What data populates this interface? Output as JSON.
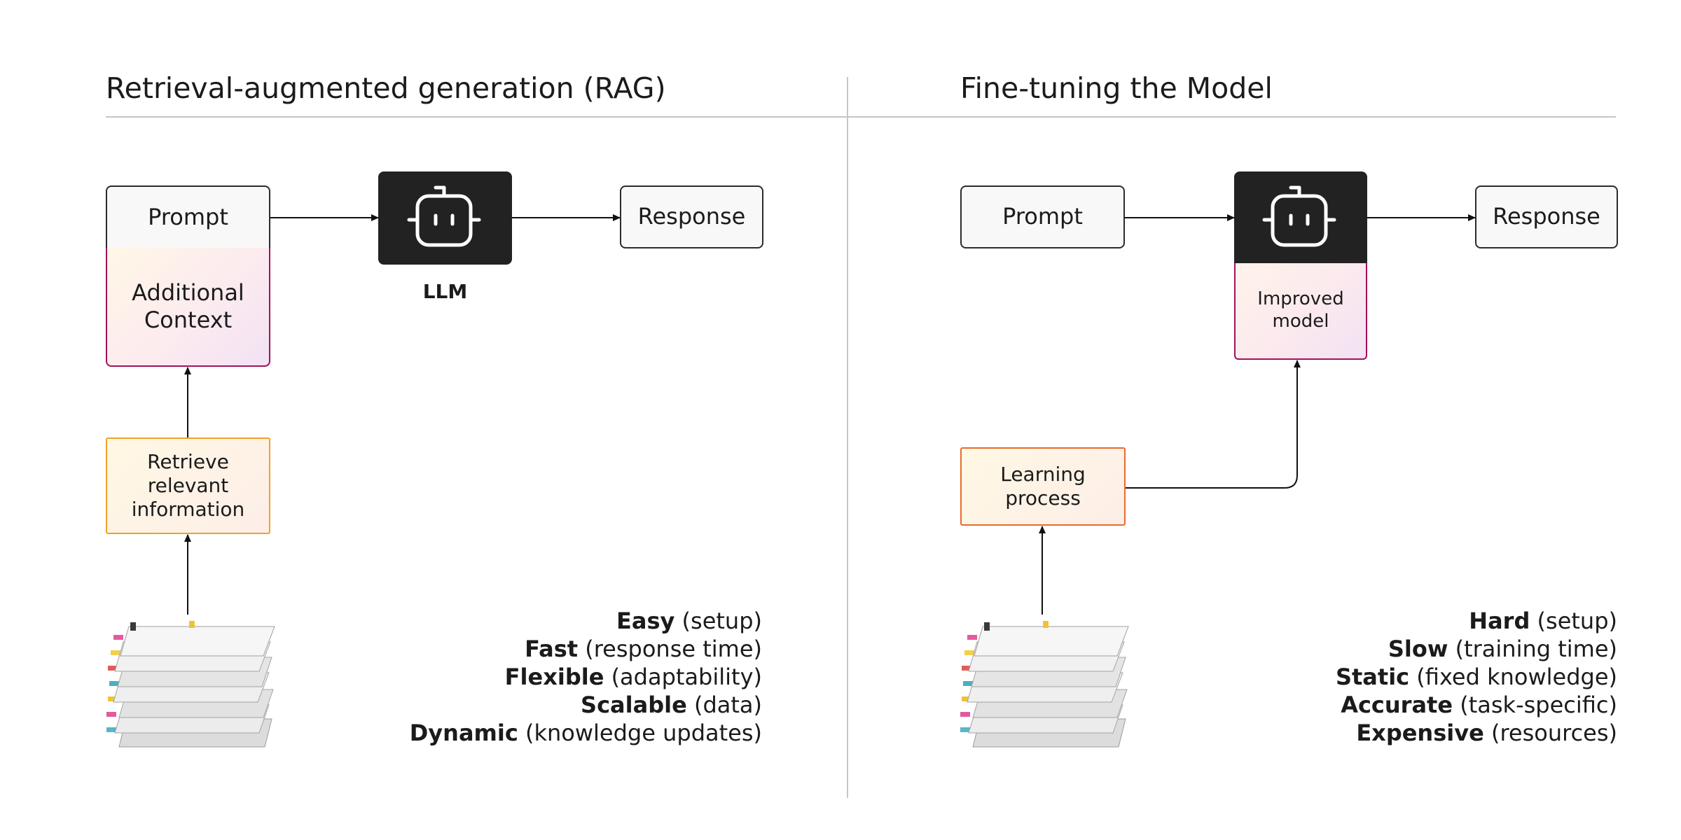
{
  "rag": {
    "title": "Retrieval-augmented generation (RAG)",
    "prompt": "Prompt",
    "context": "Additional Context",
    "retrieve": "Retrieve relevant information",
    "llm": "LLM",
    "response": "Response",
    "traits": [
      {
        "strong": "Easy",
        "rest": " (setup)"
      },
      {
        "strong": "Fast",
        "rest": " (response time)"
      },
      {
        "strong": "Flexible",
        "rest": " (adaptability)"
      },
      {
        "strong": "Scalable",
        "rest": " (data)"
      },
      {
        "strong": "Dynamic",
        "rest": " (knowledge updates)"
      }
    ]
  },
  "ft": {
    "title": "Fine-tuning the Model",
    "prompt": "Prompt",
    "improved": "Improved model",
    "learning": "Learning process",
    "response": "Response",
    "traits": [
      {
        "strong": "Hard",
        "rest": " (setup)"
      },
      {
        "strong": "Slow",
        "rest": " (training time)"
      },
      {
        "strong": "Static",
        "rest": " (fixed knowledge)"
      },
      {
        "strong": "Accurate",
        "rest": " (task-specific)"
      },
      {
        "strong": "Expensive",
        "rest": " (resources)"
      }
    ]
  },
  "icons": {
    "llm": "robot-icon",
    "documents": "document-stack-icon"
  },
  "colors": {
    "context_border": "#a0125a",
    "retrieve_border": "#f0a12a",
    "learning_border": "#eb6a2c",
    "llm_fill": "#222222"
  }
}
